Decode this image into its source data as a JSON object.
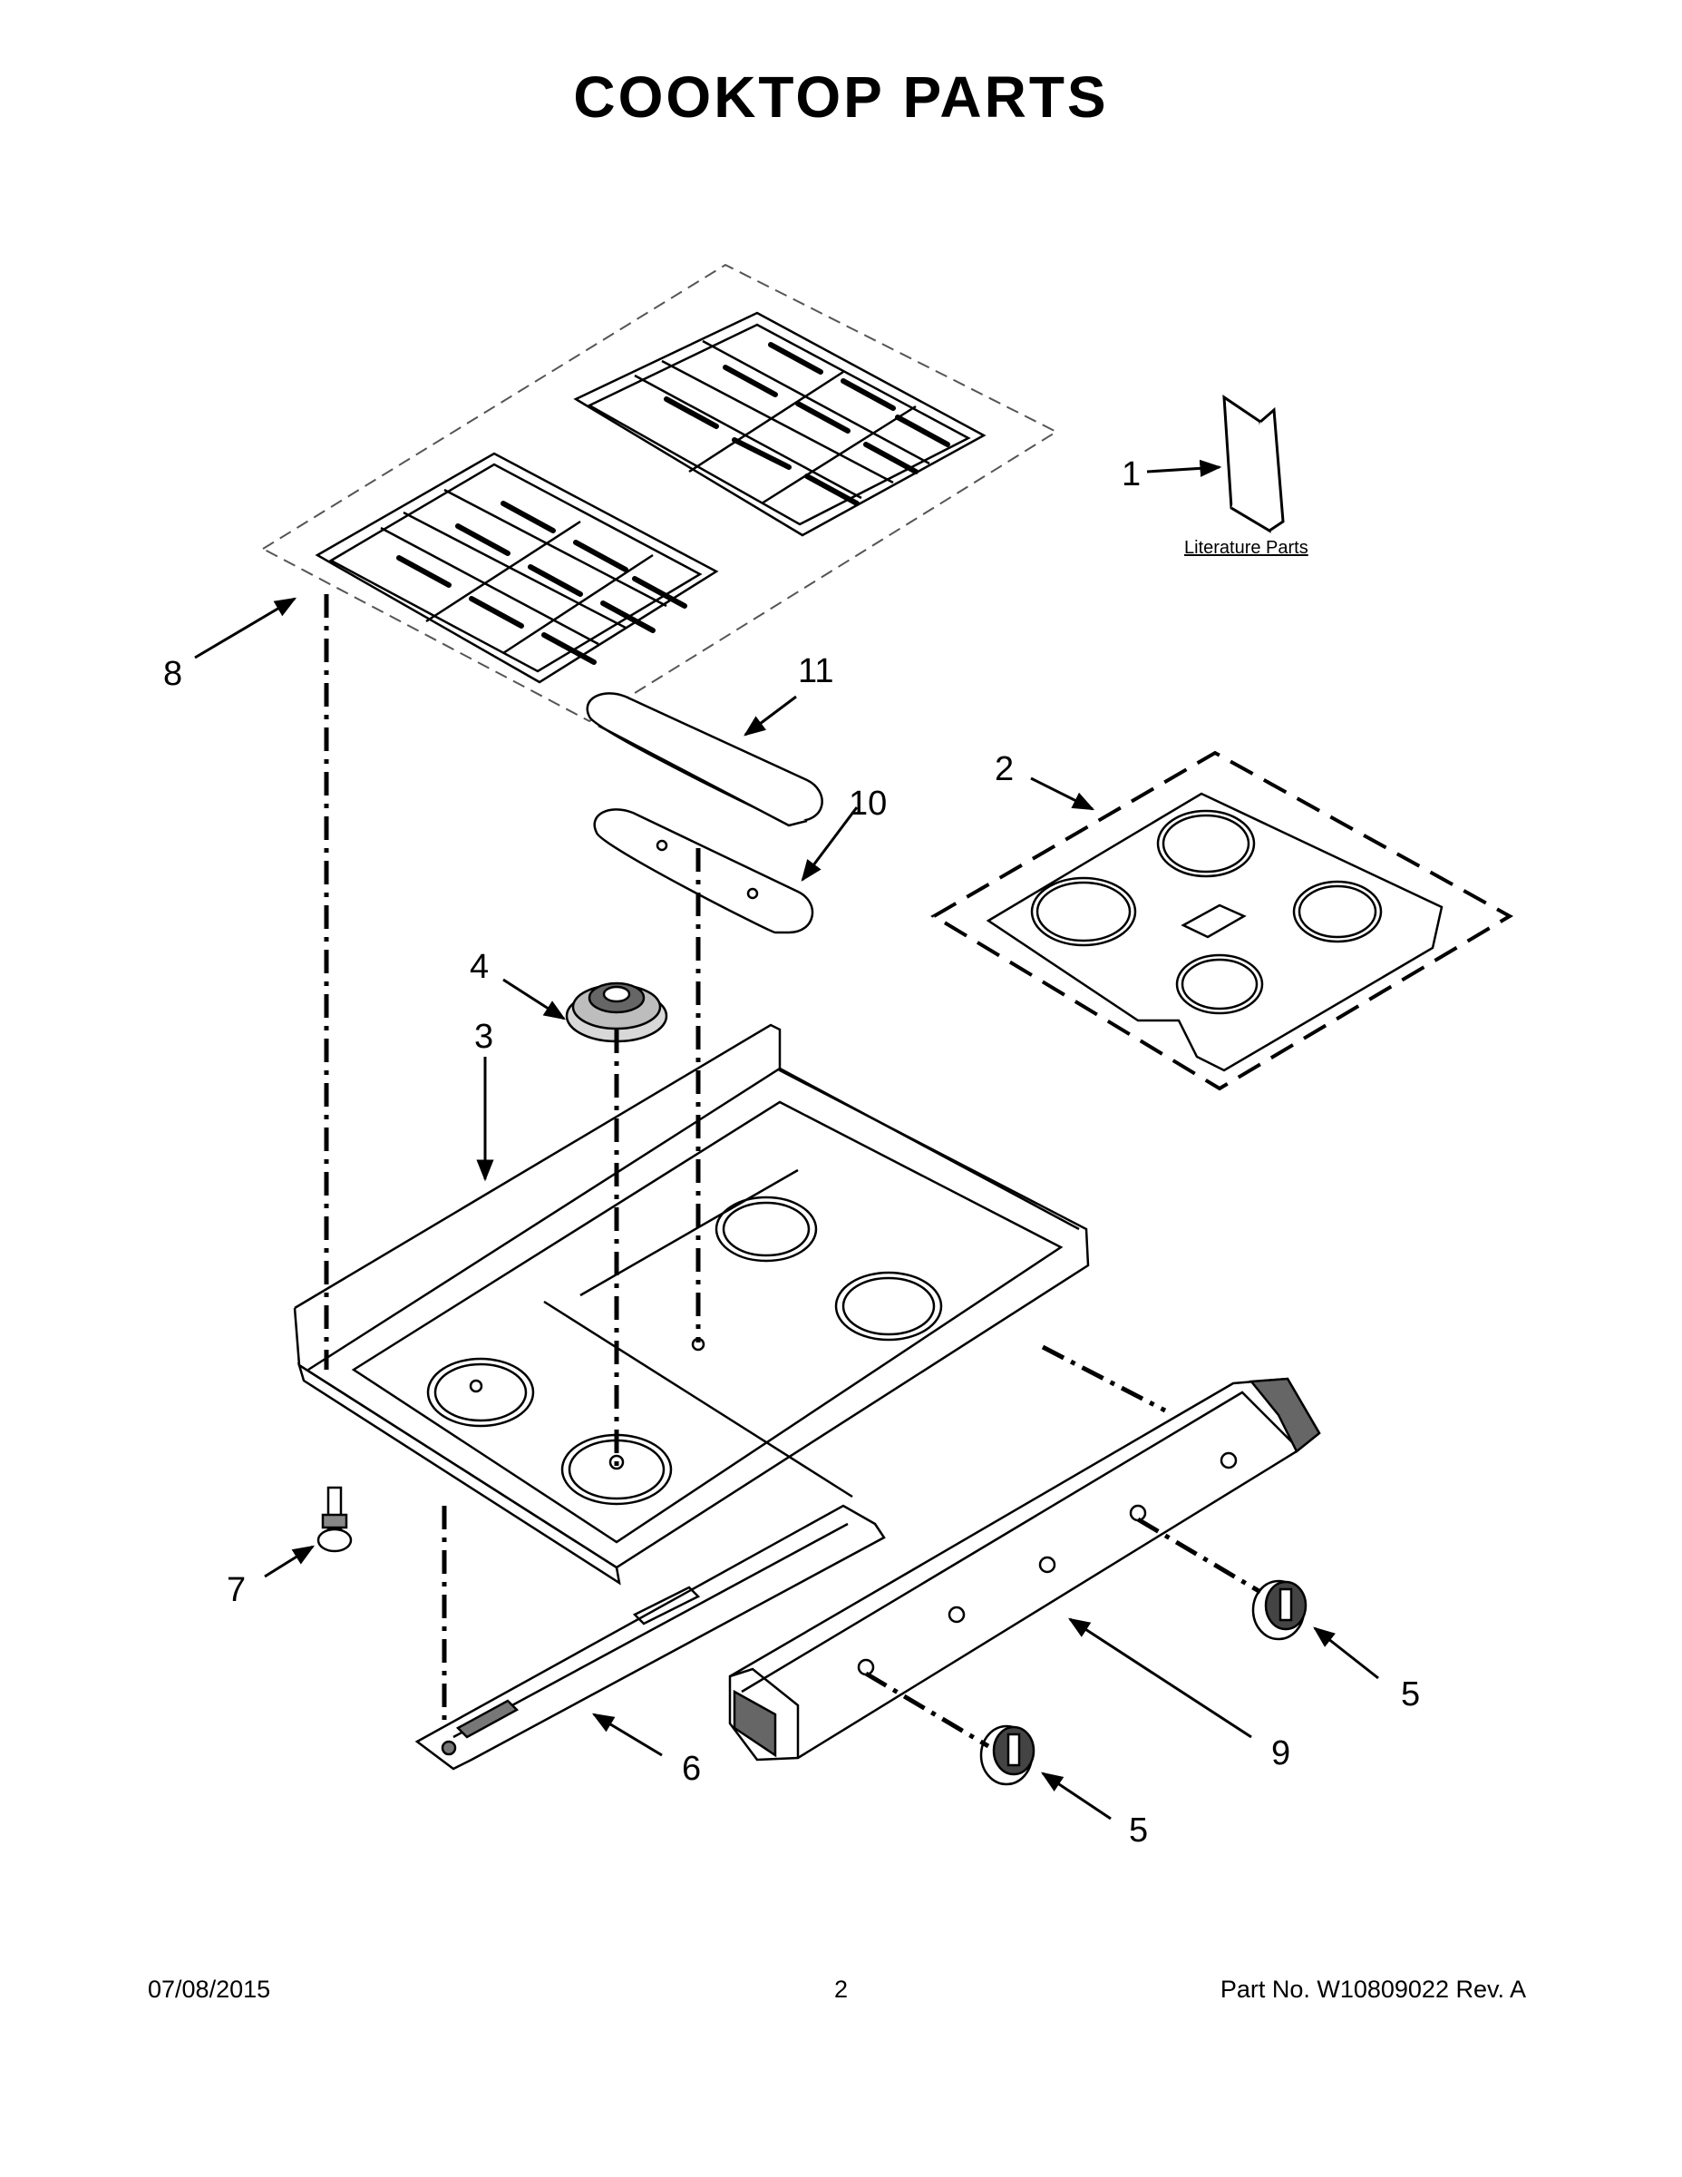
{
  "title": "COOKTOP PARTS",
  "literature_label": "Literature Parts",
  "callouts": {
    "c1": "1",
    "c2": "2",
    "c3": "3",
    "c4": "4",
    "c5a": "5",
    "c5b": "5",
    "c6": "6",
    "c7": "7",
    "c8": "8",
    "c9": "9",
    "c10": "10",
    "c11": "11"
  },
  "footer": {
    "date": "07/08/2015",
    "page": "2",
    "part": "Part No.  W10809022  Rev.  A"
  }
}
